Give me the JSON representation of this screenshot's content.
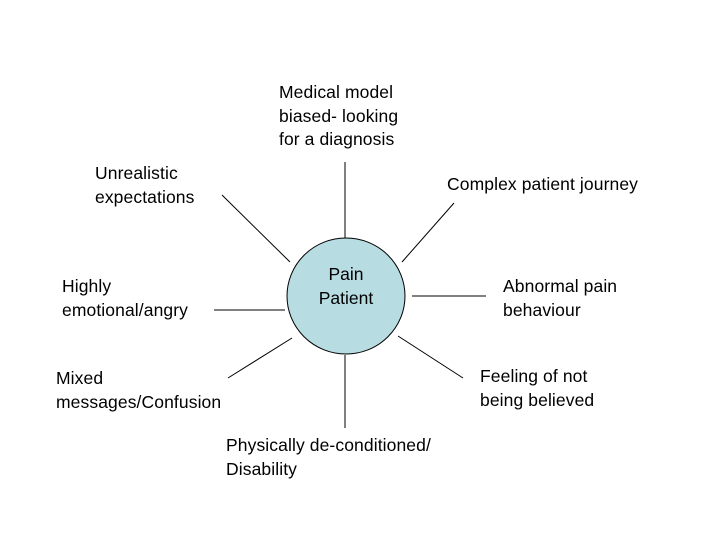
{
  "colors": {
    "center_fill": "#b7dde3",
    "line": "#000000",
    "background": "#ffffff"
  },
  "center": {
    "label": "Pain\nPatient"
  },
  "factors": {
    "top": "Medical model\nbiased- looking\nfor a diagnosis",
    "top_right": "Complex patient journey",
    "right": "Abnormal pain\nbehaviour",
    "bottom_right": "Feeling of not\nbeing believed",
    "bottom": "Physically de-conditioned/\nDisability",
    "bottom_left": "Mixed\nmessages/Confusion",
    "left": "Highly\nemotional/angry",
    "top_left": "Unrealistic\nexpectations"
  }
}
